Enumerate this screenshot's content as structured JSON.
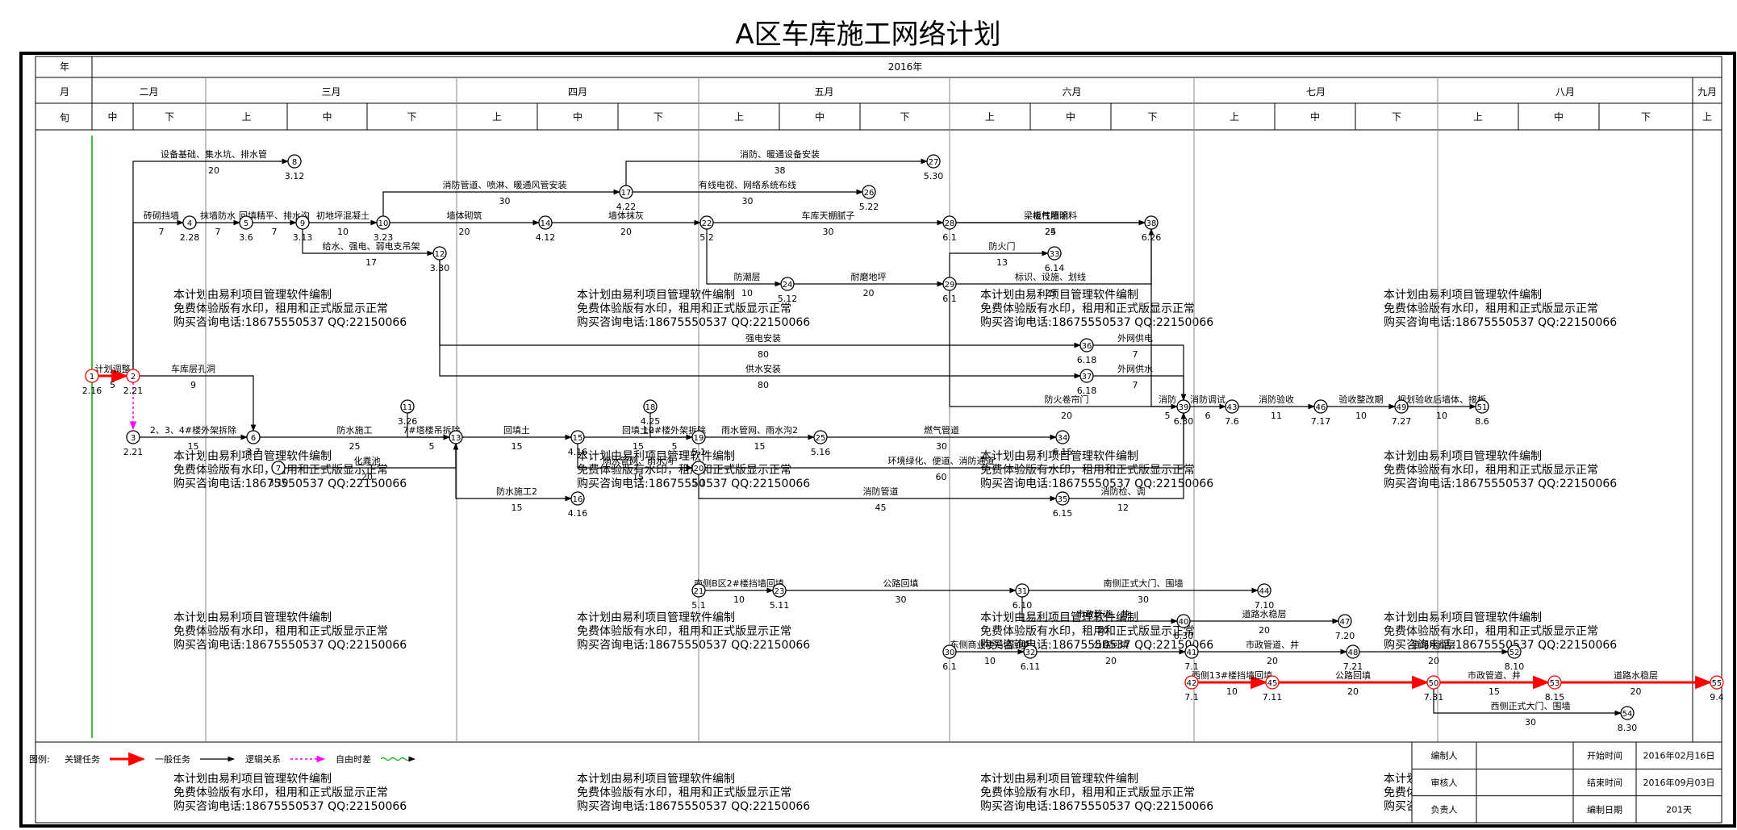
{
  "title": "A区车库施工网络计划",
  "header": {
    "year_label": "年",
    "year": "2016年",
    "month_label": "月",
    "months": [
      "二月",
      "三月",
      "四月",
      "五月",
      "六月",
      "七月",
      "八月",
      "九月"
    ],
    "xun_label": "旬",
    "xun": [
      "中",
      "下",
      "上",
      "中",
      "下",
      "上",
      "中",
      "下",
      "上",
      "中",
      "下",
      "上",
      "中",
      "下",
      "上",
      "中",
      "下",
      "上",
      "中",
      "下",
      "上"
    ]
  },
  "nodes": [
    {
      "id": "1",
      "date": "2.16"
    },
    {
      "id": "2",
      "date": "2.21"
    },
    {
      "id": "3",
      "date": "2.21"
    },
    {
      "id": "4",
      "date": "2.28"
    },
    {
      "id": "5",
      "date": "3.6"
    },
    {
      "id": "6",
      "date": "3.7"
    },
    {
      "id": "7",
      "date": "3.10"
    },
    {
      "id": "8",
      "date": "3.12"
    },
    {
      "id": "9",
      "date": "3.13"
    },
    {
      "id": "10",
      "date": "3.23"
    },
    {
      "id": "11",
      "date": "3.26"
    },
    {
      "id": "12",
      "date": "3.30"
    },
    {
      "id": "13",
      "date": ""
    },
    {
      "id": "14",
      "date": "4.12"
    },
    {
      "id": "15",
      "date": "4.16"
    },
    {
      "id": "16",
      "date": "4.16"
    },
    {
      "id": "17",
      "date": "4.22"
    },
    {
      "id": "18",
      "date": "4.25"
    },
    {
      "id": "19",
      "date": "5.1"
    },
    {
      "id": "20",
      "date": "5.1"
    },
    {
      "id": "21",
      "date": "5.1"
    },
    {
      "id": "22",
      "date": "5.2"
    },
    {
      "id": "23",
      "date": "5.11"
    },
    {
      "id": "24",
      "date": "5.12"
    },
    {
      "id": "25",
      "date": "5.16"
    },
    {
      "id": "26",
      "date": "5.22"
    },
    {
      "id": "27",
      "date": "5.30"
    },
    {
      "id": "28",
      "date": "6.1"
    },
    {
      "id": "29",
      "date": "6.1"
    },
    {
      "id": "30",
      "date": "6.1"
    },
    {
      "id": "31",
      "date": "6.10"
    },
    {
      "id": "32",
      "date": "6.11"
    },
    {
      "id": "33",
      "date": "6.14"
    },
    {
      "id": "34",
      "date": "6.15"
    },
    {
      "id": "35",
      "date": "6.15"
    },
    {
      "id": "36",
      "date": "6.18"
    },
    {
      "id": "37",
      "date": "6.18"
    },
    {
      "id": "38",
      "date": "6.26"
    },
    {
      "id": "39",
      "date": "6.30"
    },
    {
      "id": "40",
      "date": "6.30"
    },
    {
      "id": "41",
      "date": "7.1"
    },
    {
      "id": "42",
      "date": "7.1"
    },
    {
      "id": "43",
      "date": "7.6"
    },
    {
      "id": "44",
      "date": "7.10"
    },
    {
      "id": "45",
      "date": "7.11"
    },
    {
      "id": "46",
      "date": "7.17"
    },
    {
      "id": "47",
      "date": "7.20"
    },
    {
      "id": "48",
      "date": "7.21"
    },
    {
      "id": "49",
      "date": "7.27"
    },
    {
      "id": "50",
      "date": "7.31"
    },
    {
      "id": "51",
      "date": "8.6"
    },
    {
      "id": "52",
      "date": "8.10"
    },
    {
      "id": "53",
      "date": "8.15"
    },
    {
      "id": "54",
      "date": "8.30"
    },
    {
      "id": "55",
      "date": "9.4"
    }
  ],
  "tasks": [
    {
      "from": "1",
      "to": "2",
      "name": "计划调整",
      "duration": "5",
      "type": "critical"
    },
    {
      "from": "2",
      "to": "8",
      "name": "设备基础、集水坑、排水管",
      "duration": "20",
      "type": "general"
    },
    {
      "from": "2",
      "to": "4",
      "name": "砖砌挡墙",
      "duration": "7",
      "type": "general"
    },
    {
      "from": "4",
      "to": "5",
      "name": "抹墙防水",
      "duration": "7",
      "type": "general"
    },
    {
      "from": "5",
      "to": "9",
      "name": "回填精平、排水沟",
      "duration": "7",
      "type": "general"
    },
    {
      "from": "9",
      "to": "10",
      "name": "初地坪混凝土",
      "duration": "10",
      "type": "general"
    },
    {
      "from": "9",
      "to": "12",
      "name": "给水、强电、弱电支吊架",
      "duration": "17",
      "type": "general"
    },
    {
      "from": "10",
      "to": "17",
      "name": "消防管道、喷淋、暖通风管安装",
      "duration": "30",
      "type": "general"
    },
    {
      "from": "10",
      "to": "14",
      "name": "墙体砌筑",
      "duration": "20",
      "type": "general"
    },
    {
      "from": "14",
      "to": "22",
      "name": "墙体抹灰",
      "duration": "20",
      "type": "general"
    },
    {
      "from": "17",
      "to": "27",
      "name": "消防、暖通设备安装",
      "duration": "38",
      "type": "general"
    },
    {
      "from": "17",
      "to": "26",
      "name": "有线电视、网络系统布线",
      "duration": "30",
      "type": "general"
    },
    {
      "from": "22",
      "to": "28",
      "name": "车库天棚腻子",
      "duration": "30",
      "type": "general"
    },
    {
      "from": "22",
      "to": "24",
      "name": "防潮层",
      "duration": "10",
      "type": "general"
    },
    {
      "from": "24",
      "to": "29",
      "name": "耐磨地坪",
      "duration": "20",
      "type": "general"
    },
    {
      "from": "28",
      "to": "38",
      "name": "电气照明",
      "duration": "24",
      "type": "general"
    },
    {
      "from": "28",
      "to": "38",
      "name": "梁板柱墙涂料",
      "duration": "25",
      "type": "general"
    },
    {
      "from": "29",
      "to": "33",
      "name": "防火门",
      "duration": "13",
      "type": "general"
    },
    {
      "from": "29",
      "to": "38",
      "name": "标识、设施、划线",
      "duration": "25",
      "type": "general"
    },
    {
      "from": "29",
      "to": "39",
      "name": "防火卷帘门",
      "duration": "20",
      "type": "general"
    },
    {
      "from": "38",
      "to": "39",
      "name": "消防",
      "duration": "5",
      "type": "general"
    },
    {
      "from": "12",
      "to": "36",
      "name": "强电安装",
      "duration": "80",
      "type": "general"
    },
    {
      "from": "12",
      "to": "37",
      "name": "供水安装",
      "duration": "80",
      "type": "general"
    },
    {
      "from": "36",
      "to": "39",
      "name": "外网供电",
      "duration": "7",
      "type": "general"
    },
    {
      "from": "37",
      "to": "39",
      "name": "外网供水",
      "duration": "7",
      "type": "general"
    },
    {
      "from": "2",
      "to": "6",
      "name": "车库层孔洞",
      "duration": "9",
      "type": "general"
    },
    {
      "from": "3",
      "to": "6",
      "name": "2、3、4#楼外架拆除",
      "duration": "15",
      "type": "general"
    },
    {
      "from": "6",
      "to": "13",
      "name": "防水施工",
      "duration": "25",
      "type": "general"
    },
    {
      "from": "7",
      "to": "13",
      "name": "化粪池",
      "duration": "20",
      "type": "general"
    },
    {
      "from": "11",
      "to": "13",
      "name": "7#塔楼吊拆除",
      "duration": "5",
      "type": "general"
    },
    {
      "from": "13",
      "to": "15",
      "name": "回填土",
      "duration": "15",
      "type": "general"
    },
    {
      "from": "13",
      "to": "16",
      "name": "防水施工2",
      "duration": "15",
      "type": "general"
    },
    {
      "from": "15",
      "to": "19",
      "name": "回填土2",
      "duration": "15",
      "type": "general"
    },
    {
      "from": "15",
      "to": "20",
      "name": "雨水管网、雨水沟",
      "duration": "15",
      "type": "general"
    },
    {
      "from": "18",
      "to": "19",
      "name": "10#楼外架拆除",
      "duration": "5",
      "type": "general"
    },
    {
      "from": "19",
      "to": "25",
      "name": "雨水管网、雨水沟2",
      "duration": "15",
      "type": "general"
    },
    {
      "from": "25",
      "to": "34",
      "name": "燃气管道",
      "duration": "30",
      "type": "general"
    },
    {
      "from": "20",
      "to": "39",
      "name": "环境绿化、便道、消防通道",
      "duration": "60",
      "type": "general"
    },
    {
      "from": "20",
      "to": "35",
      "name": "消防管道",
      "duration": "45",
      "type": "general"
    },
    {
      "from": "35",
      "to": "39",
      "name": "消防检、调",
      "duration": "12",
      "type": "general"
    },
    {
      "from": "39",
      "to": "43",
      "name": "消防调试",
      "duration": "6",
      "type": "general"
    },
    {
      "from": "43",
      "to": "46",
      "name": "消防验收",
      "duration": "11",
      "type": "general"
    },
    {
      "from": "46",
      "to": "49",
      "name": "验收整改期",
      "duration": "10",
      "type": "general"
    },
    {
      "from": "49",
      "to": "51",
      "name": "规划验收后墙体、接板",
      "duration": "10",
      "type": "general"
    },
    {
      "from": "21",
      "to": "23",
      "name": "南侧B区2#楼挡墙回填",
      "duration": "10",
      "type": "general"
    },
    {
      "from": "23",
      "to": "31",
      "name": "公路回填",
      "duration": "30",
      "type": "general"
    },
    {
      "from": "31",
      "to": "44",
      "name": "南侧正式大门、围墙",
      "duration": "30",
      "type": "general"
    },
    {
      "from": "31",
      "to": "40",
      "name": "市政管道、井",
      "duration": "20",
      "type": "general"
    },
    {
      "from": "40",
      "to": "47",
      "name": "道路水稳层",
      "duration": "20",
      "type": "general"
    },
    {
      "from": "30",
      "to": "32",
      "name": "东侧商业楼挡墙回填",
      "duration": "10",
      "type": "general"
    },
    {
      "from": "32",
      "to": "41",
      "name": "公路回填",
      "duration": "20",
      "type": "general"
    },
    {
      "from": "41",
      "to": "48",
      "name": "市政管道、井",
      "duration": "20",
      "type": "general"
    },
    {
      "from": "48",
      "to": "52",
      "name": "道路水稳层",
      "duration": "20",
      "type": "general"
    },
    {
      "from": "42",
      "to": "45",
      "name": "西侧13#楼挡墙回填",
      "duration": "10",
      "type": "critical"
    },
    {
      "from": "45",
      "to": "50",
      "name": "公路回填",
      "duration": "20",
      "type": "critical"
    },
    {
      "from": "50",
      "to": "53",
      "name": "市政管道、井",
      "duration": "15",
      "type": "critical"
    },
    {
      "from": "53",
      "to": "55",
      "name": "道路水稳层",
      "duration": "20",
      "type": "critical"
    },
    {
      "from": "50",
      "to": "54",
      "name": "西侧正式大门、围墙",
      "duration": "30",
      "type": "general"
    }
  ],
  "legend": {
    "label": "图例:",
    "critical": "关键任务",
    "general": "一般任务",
    "logic": "逻辑关系",
    "free_float": "自由时差",
    "colors": {
      "critical": "#ff0000",
      "general": "#000000",
      "logic": "#ff00ff",
      "float": "#00aa00"
    }
  },
  "info": {
    "editor_label": "编制人",
    "editor": "",
    "reviewer_label": "审核人",
    "reviewer": "",
    "owner_label": "负责人",
    "owner": "",
    "start_label": "开始时间",
    "start": "2016年02月16日",
    "end_label": "结束时间",
    "end": "2016年09月03日",
    "duration_label": "编制日期",
    "duration": "201天"
  },
  "watermark": {
    "line1": "本计划由易利项目管理软件编制",
    "line2": "免费体验版有水印，租用和正式版显示正常",
    "line3": "购买咨询电话:18675550537 QQ:22150066",
    "color": "#d8c98a"
  }
}
